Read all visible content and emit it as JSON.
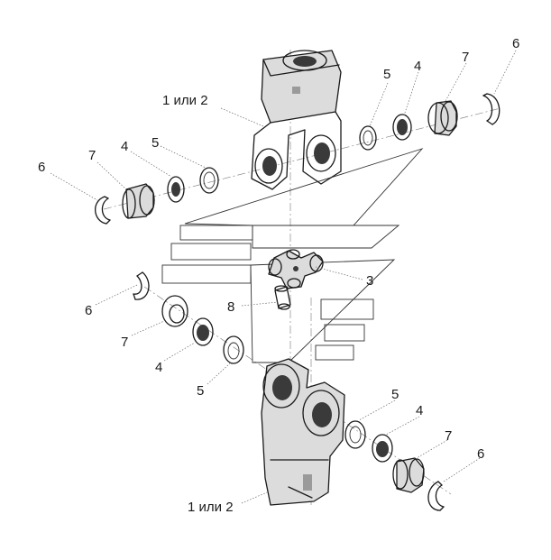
{
  "callouts": {
    "yoke_top": "1 или 2",
    "yoke_bottom": "1 или 2",
    "cross": "3",
    "grease_fitting": "8",
    "seal": "4",
    "washer": "5",
    "circlip": "6",
    "bearing": "7"
  },
  "colors": {
    "line": "#1a1a1a",
    "shade": "#9a9a9a",
    "background": "#ffffff"
  }
}
